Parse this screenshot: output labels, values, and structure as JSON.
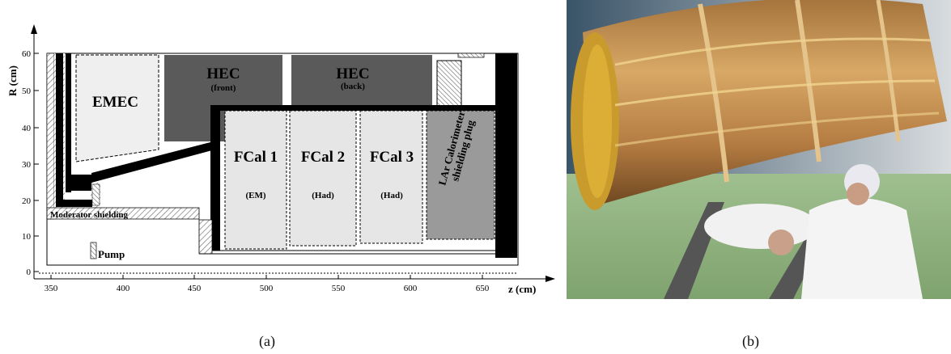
{
  "figure": {
    "caption_a": "(a)",
    "caption_b": "(b)"
  },
  "diagram": {
    "y_axis_label": "R (cm)",
    "x_axis_label": "z (cm)",
    "x_ticks": [
      "350",
      "400",
      "450",
      "500",
      "550",
      "600",
      "650"
    ],
    "y_ticks": [
      "0",
      "10",
      "20",
      "30",
      "40",
      "50",
      "60"
    ],
    "labels": {
      "emec": "EMEC",
      "hec_front_title": "HEC",
      "hec_front_sub": "(front)",
      "hec_back_title": "HEC",
      "hec_back_sub": "(back)",
      "fcal1": "FCal 1",
      "fcal1_sub": "(EM)",
      "fcal2": "FCal 2",
      "fcal2_sub": "(Had)",
      "fcal3": "FCal 3",
      "fcal3_sub": "(Had)",
      "plug_line1": "LAr Calorimeter",
      "plug_line2": "shielding plug",
      "moderator": "Moderator shielding",
      "pump": "Pump"
    },
    "colors": {
      "hec": "#5a5a5a",
      "fcal": "#e6e6e6",
      "emec": "#efefef",
      "plug": "#9a9a9a",
      "structure": "#000000"
    }
  },
  "photo": {
    "description_icon": "calorimeter-photo"
  }
}
